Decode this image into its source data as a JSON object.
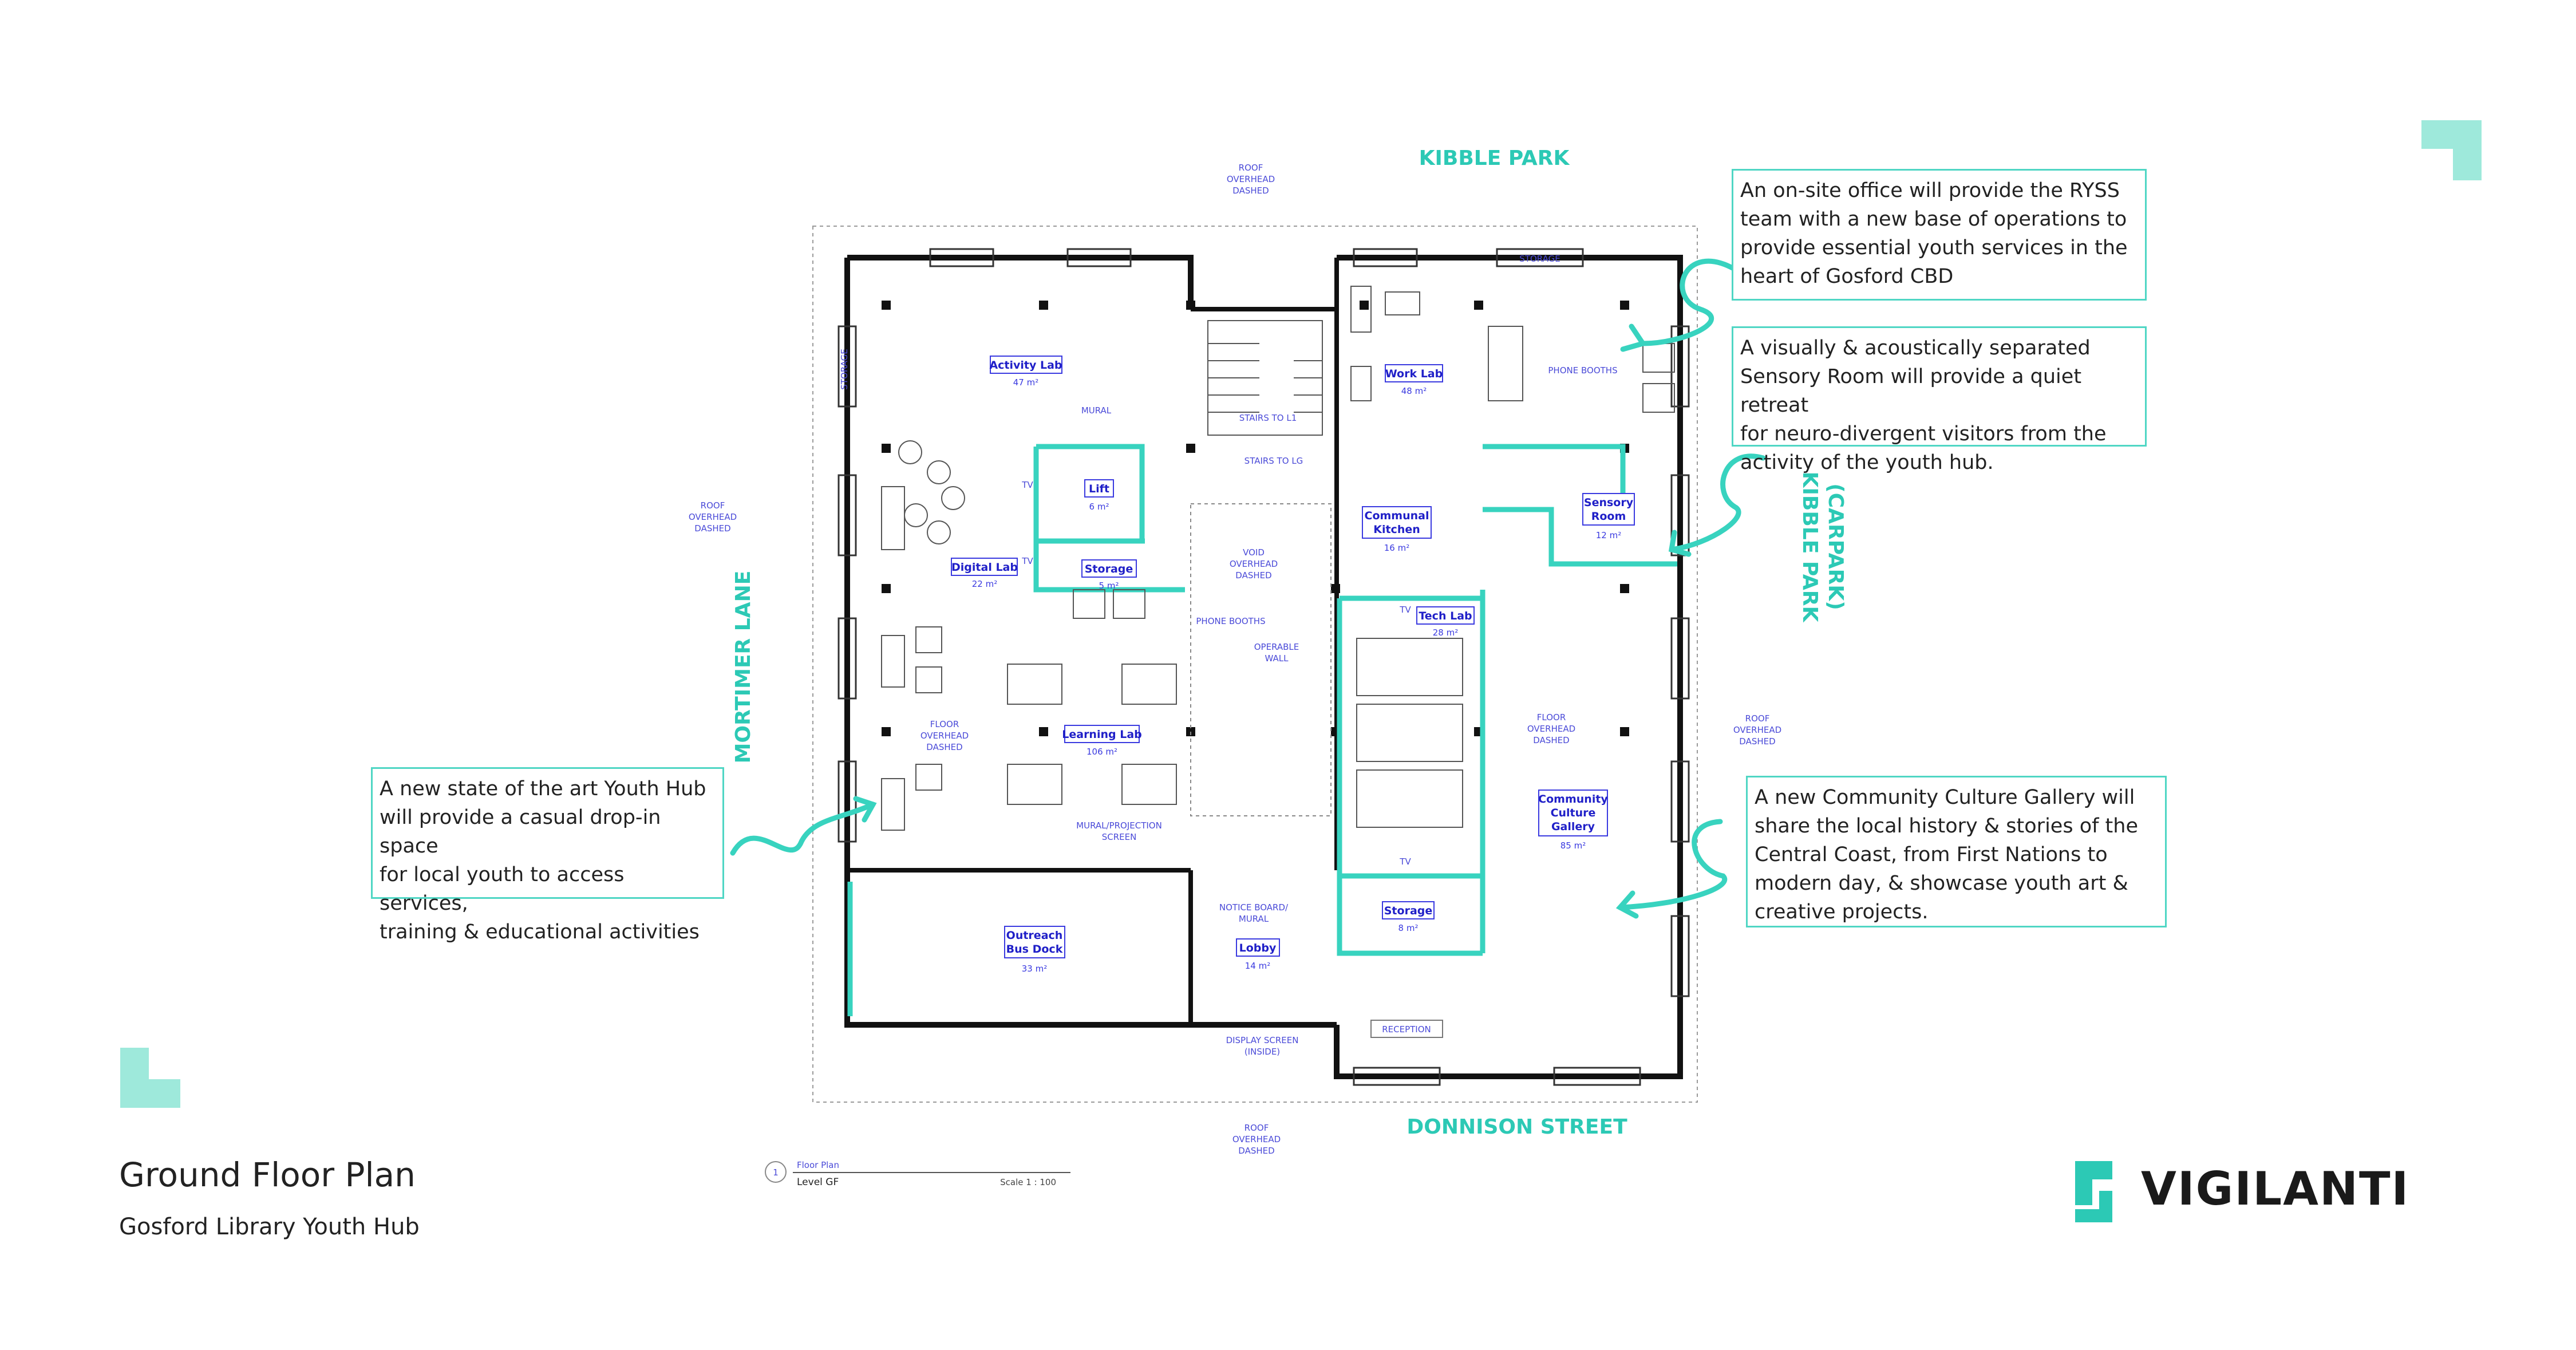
{
  "streets": {
    "north": "KIBBLE PARK",
    "south": "DONNISON STREET",
    "west": "MORTIMER LANE",
    "east_line1": "KIBBLE PARK",
    "east_line2": "(CARPARK)"
  },
  "rooms": {
    "activity_lab": {
      "name": "Activity Lab",
      "area": "47 m²"
    },
    "work_lab": {
      "name": "Work Lab",
      "area": "48 m²"
    },
    "lift": {
      "name": "Lift",
      "area": "6 m²"
    },
    "digital_lab": {
      "name": "Digital Lab",
      "area": "22 m²"
    },
    "storage_small": {
      "name": "Storage",
      "area": "5 m²"
    },
    "communal_kitchen": {
      "name1": "Communal",
      "name2": "Kitchen",
      "area": "16 m²"
    },
    "sensory_room": {
      "name1": "Sensory",
      "name2": "Room",
      "area": "12 m²"
    },
    "tech_lab": {
      "name": "Tech Lab",
      "area": "28 m²"
    },
    "learning_lab": {
      "name": "Learning Lab",
      "area": "106 m²"
    },
    "community_gallery": {
      "name1": "Community",
      "name2": "Culture",
      "name3": "Gallery",
      "area": "85 m²"
    },
    "outreach": {
      "name1": "Outreach",
      "name2": "Bus Dock",
      "area": "33 m²"
    },
    "lobby": {
      "name": "Lobby",
      "area": "14 m²"
    },
    "storage_8": {
      "name": "Storage",
      "area": "8 m²"
    }
  },
  "annotations": {
    "roof_top": [
      "ROOF",
      "OVERHEAD",
      "DASHED"
    ],
    "roof_left": [
      "ROOF",
      "OVERHEAD",
      "DASHED"
    ],
    "roof_right": [
      "ROOF",
      "OVERHEAD",
      "DASHED"
    ],
    "roof_bottom": [
      "ROOF",
      "OVERHEAD",
      "DASHED"
    ],
    "storage_top": "STORAGE",
    "storage_left": "STORAGE",
    "phone_booths_top": "PHONE BOOTHS",
    "phone_booths_mid": "PHONE BOOTHS",
    "stairs_l1": "STAIRS TO L1",
    "stairs_lg": "STAIRS TO LG",
    "mural": "MURAL",
    "void": [
      "VOID",
      "OVERHEAD",
      "DASHED"
    ],
    "operable_wall": [
      "OPERABLE",
      "WALL"
    ],
    "floor_overhead_left": [
      "FLOOR",
      "OVERHEAD",
      "DASHED"
    ],
    "floor_overhead_right": [
      "FLOOR",
      "OVERHEAD",
      "DASHED"
    ],
    "mural_projection": [
      "MURAL/PROJECTION",
      "SCREEN"
    ],
    "notice_board": [
      "NOTICE BOARD/",
      "MURAL"
    ],
    "display_screen": [
      "DISPLAY SCREEN",
      "(INSIDE)"
    ],
    "reception": "RECEPTION",
    "tv": "TV"
  },
  "callouts": {
    "office": [
      "An on-site office will provide the RYSS",
      "team with a new base of operations to",
      "provide essential youth services in the",
      "heart of Gosford CBD"
    ],
    "sensory": [
      "A visually & acoustically separated",
      "Sensory Room will provide a quiet retreat",
      "for neuro-divergent visitors from the",
      "activity of the youth hub."
    ],
    "youth_hub": [
      "A new state of the art Youth Hub",
      "will provide a casual drop-in space",
      "for local youth to access services,",
      "training & educational activities"
    ],
    "gallery": [
      "A new Community Culture Gallery will",
      "share the local history & stories of the",
      "Central Coast, from First Nations to",
      "modern day, & showcase youth art &",
      "creative projects."
    ]
  },
  "plan_label": {
    "number": "1",
    "title": "Floor Plan",
    "level": "Level GF",
    "scale": "Scale 1 : 100"
  },
  "title": "Ground Floor Plan",
  "subtitle": "Gosford Library Youth Hub",
  "logo": "VIGILANTI",
  "colors": {
    "accent": "#4fd6c4",
    "label_blue": "#3a3ae0",
    "wall": "#111111"
  }
}
